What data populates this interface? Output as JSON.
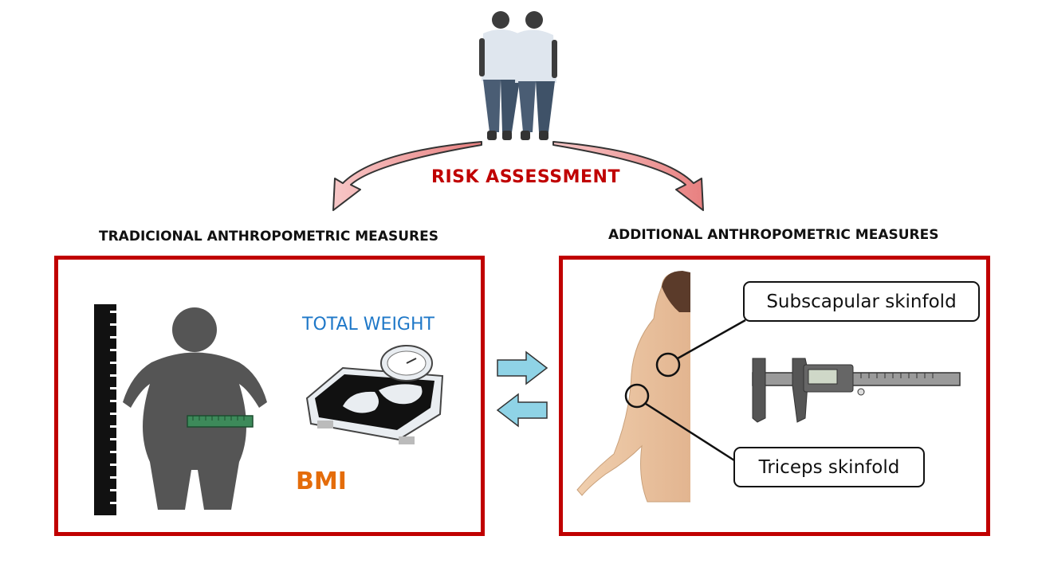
{
  "top": {
    "title": "RISK ASSESSMENT"
  },
  "left_panel": {
    "heading": "TRADICIONAL ANTHROPOMETRIC MEASURES",
    "weight_label": "TOTAL WEIGHT",
    "bmi_label": "BMI"
  },
  "right_panel": {
    "heading": "ADDITIONAL ANTHROPOMETRIC MEASURES",
    "callouts": [
      "Subscapular skinfold",
      "Triceps skinfold"
    ]
  },
  "colors": {
    "frame": "#c00000",
    "risk_text": "#c00000",
    "weight_text": "#1f78c8",
    "bmi_text": "#e46c0a",
    "exchange_arrows": "#8fd3e6",
    "figure": "#555555"
  },
  "icons": [
    "people-icon",
    "ruler-icon",
    "tape-measure-icon",
    "scale-icon",
    "caliper-icon",
    "torso-icon",
    "curved-arrow-icon",
    "exchange-arrow-icon"
  ]
}
